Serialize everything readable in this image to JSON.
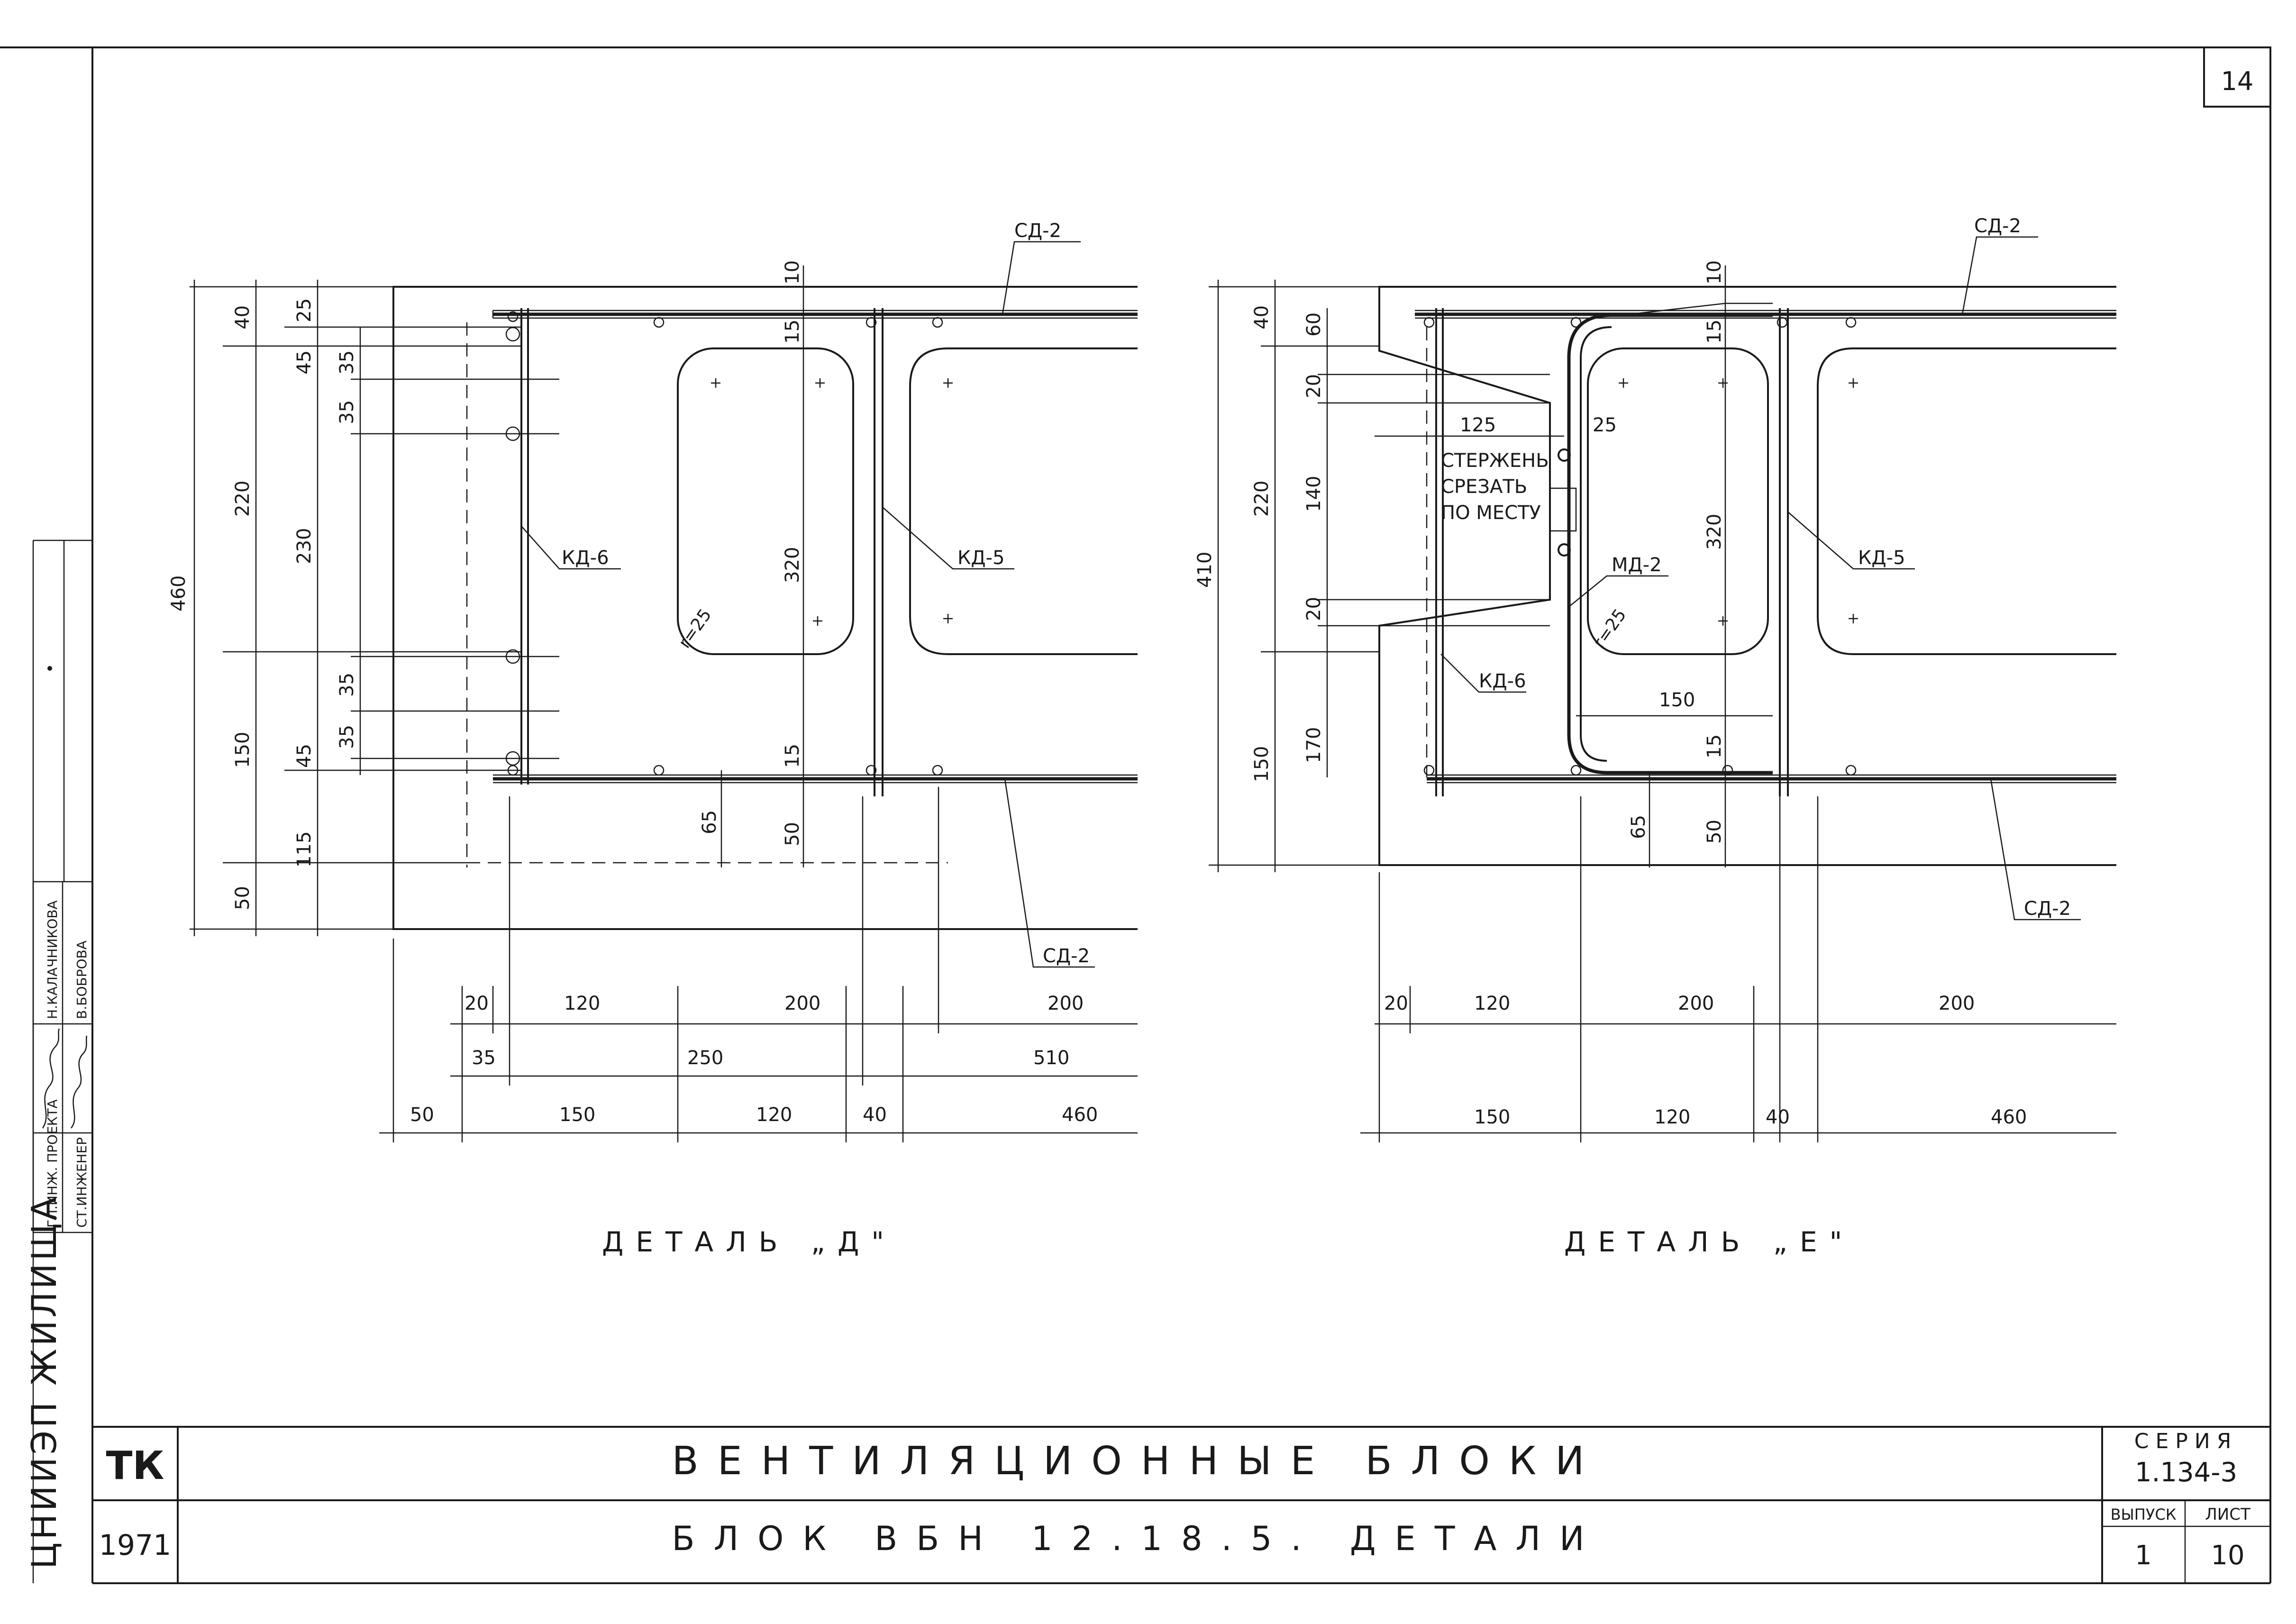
{
  "sheet_number": "14",
  "side_stamp": {
    "organization": "ЦНИИЭП ЖИЛИЩА",
    "rows": [
      {
        "role": "ГЛ.ИНЖ. ПРОЕКТА",
        "name": "Н.КАЛАЧНИКОВА"
      },
      {
        "role": "СТ.ИНЖЕНЕР",
        "name": "В.БОБРОВА"
      }
    ]
  },
  "title_block": {
    "org": "ТК",
    "year": "1971",
    "title": "ВЕНТИЛЯЦИОННЫЕ БЛОКИ",
    "subtitle": "БЛОК ВБН 12.18.5. ДЕТАЛИ",
    "series_label": "СЕРИЯ",
    "series": "1.134-3",
    "issue_label": "ВЫПУСК",
    "issue": "1",
    "sheet_label": "ЛИСТ",
    "sheet": "10"
  },
  "detail_d": {
    "caption": "ДЕТАЛЬ „Д\"",
    "labels": {
      "sd2_top": "СД-2",
      "sd2_bottom": "СД-2",
      "kd6": "КД-6",
      "kd5": "КД-5",
      "radius": "r=25"
    },
    "left_dims": {
      "overall": "460",
      "d40": "40",
      "d220": "220",
      "d150": "150",
      "d50": "50",
      "d25": "25",
      "d45a": "45",
      "d230": "230",
      "d45b": "45",
      "d115": "115",
      "d35a": "35",
      "d35b": "35",
      "d35c": "35",
      "d35d": "35"
    },
    "inner_dims": {
      "d10": "10",
      "d15a": "15",
      "d320": "320",
      "d15b": "15",
      "d65": "65",
      "d50": "50"
    },
    "bottom_row1": [
      "20",
      "120",
      "200",
      "200"
    ],
    "bottom_row2": [
      "35",
      "250",
      "510"
    ],
    "bottom_row3": [
      "50",
      "150",
      "120",
      "40",
      "460"
    ]
  },
  "detail_e": {
    "caption": "ДЕТАЛЬ „Е\"",
    "labels": {
      "sd2_top": "СД-2",
      "sd2_bottom": "СД-2",
      "kd5": "КД-5",
      "kd6": "КД-6",
      "md2": "МД-2",
      "radius": "r=25",
      "note_l1": "СТЕРЖЕНЬ",
      "note_l2": "СРЕЗАТЬ",
      "note_l3": "ПО МЕСТУ"
    },
    "left_dims": {
      "overall": "410",
      "d40": "40",
      "d220": "220",
      "d150": "150",
      "d60": "60",
      "d20a": "20",
      "d140": "140",
      "d20b": "20",
      "d170": "170"
    },
    "inner_dims": {
      "d10": "10",
      "d15a": "15",
      "d125": "125",
      "d25": "25",
      "d320": "320",
      "d150": "150",
      "d15b": "15",
      "d65": "65",
      "d50": "50"
    },
    "bottom_row1": [
      "20",
      "120",
      "200",
      "200"
    ],
    "bottom_row3": [
      "150",
      "120",
      "40",
      "460"
    ]
  }
}
